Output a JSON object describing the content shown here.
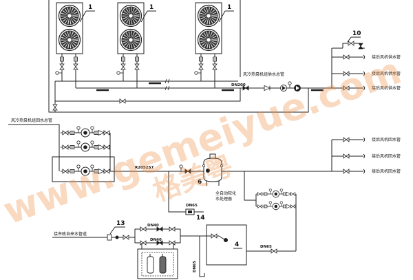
{
  "diagram": {
    "unit_labels": [
      "1",
      "1",
      "1"
    ],
    "tags": {
      "item_10": "10",
      "item_6": "6",
      "item_4": "4",
      "item_13": "13",
      "item_14": "14"
    },
    "supply_main_label": "风冷热泵机组供水总管",
    "return_main_label": "风冷热泵机组回水总管",
    "supply_main_size": "DN200",
    "return_main_size": "R2052S7",
    "branch_supply_labels": [
      "接后风机供水管",
      "接后风机供水管",
      "接后风机供水管"
    ],
    "branch_return_labels": [
      "接后风机回水管",
      "接后风机回水管",
      "接后风机回水管"
    ],
    "softener_label": [
      "全自动软化",
      "水处理器"
    ],
    "item_14_size": "DN65",
    "city_water_label": "接市政自来水管道",
    "makeup_sizes": [
      "DN40",
      "DN40"
    ],
    "tank_outlet_size": "DN65",
    "drain_size": "DN65"
  },
  "watermark": {
    "url": "www.gemeiyue.com",
    "brand": "格美粤"
  }
}
